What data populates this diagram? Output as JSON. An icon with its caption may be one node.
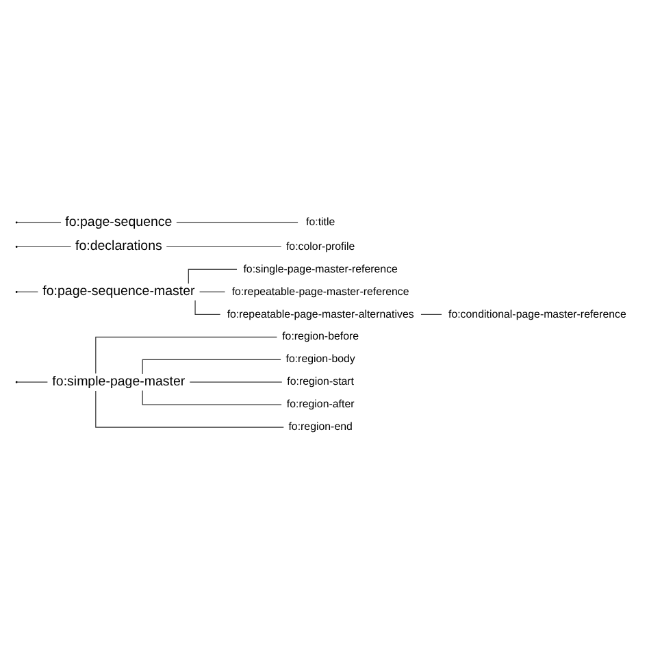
{
  "diagram": {
    "nodes": [
      {
        "text": [
          "fo:simple-page-master"
        ]
      },
      {
        "text": [
          "fo:region-before"
        ]
      },
      {
        "text": [
          "fo:region-body"
        ]
      },
      {
        "text": [
          "fo:region-start"
        ]
      },
      {
        "text": [
          "fo:region-after"
        ]
      },
      {
        "text": [
          "fo:region-end"
        ]
      },
      {
        "text": [
          "fo:page-sequence-master"
        ]
      },
      {
        "text": [
          "fo:single-page-master-reference"
        ]
      },
      {
        "text": [
          "fo:repeatable-page-master-reference"
        ]
      },
      {
        "text": [
          "fo:repeatable-page-master-alternatives"
        ]
      },
      {
        "text": [
          "fo:conditional-page-master-reference"
        ]
      },
      {
        "text": [
          "fo:declarations"
        ]
      },
      {
        "text": [
          "fo:color-profile"
        ]
      },
      {
        "text": [
          "fo:page-sequence"
        ]
      },
      {
        "text": [
          "fo:title"
        ]
      }
    ],
    "edges": [
      {
        "from": null,
        "to": 0,
        "arrow": "none"
      },
      {
        "from": 0,
        "to": 1,
        "arrow": "none"
      },
      {
        "from": 0,
        "to": 2,
        "arrow": "none"
      },
      {
        "from": 0,
        "to": 3,
        "arrow": "none"
      },
      {
        "from": 0,
        "to": 4,
        "arrow": "none"
      },
      {
        "from": 0,
        "to": 5,
        "arrow": "none"
      },
      {
        "from": null,
        "to": 6,
        "arrow": "none"
      },
      {
        "from": 6,
        "to": 7,
        "arrow": "none"
      },
      {
        "from": 6,
        "to": 8,
        "arrow": "none"
      },
      {
        "from": 6,
        "to": 9,
        "arrow": "none"
      },
      {
        "from": 9,
        "to": 10,
        "arrow": "none"
      },
      {
        "from": null,
        "to": 11,
        "arrow": "none"
      },
      {
        "from": 11,
        "to": 12,
        "arrow": "none"
      },
      {
        "from": null,
        "to": 13,
        "arrow": "none"
      },
      {
        "from": 13,
        "to": 14,
        "arrow": "none"
      }
    ]
  }
}
